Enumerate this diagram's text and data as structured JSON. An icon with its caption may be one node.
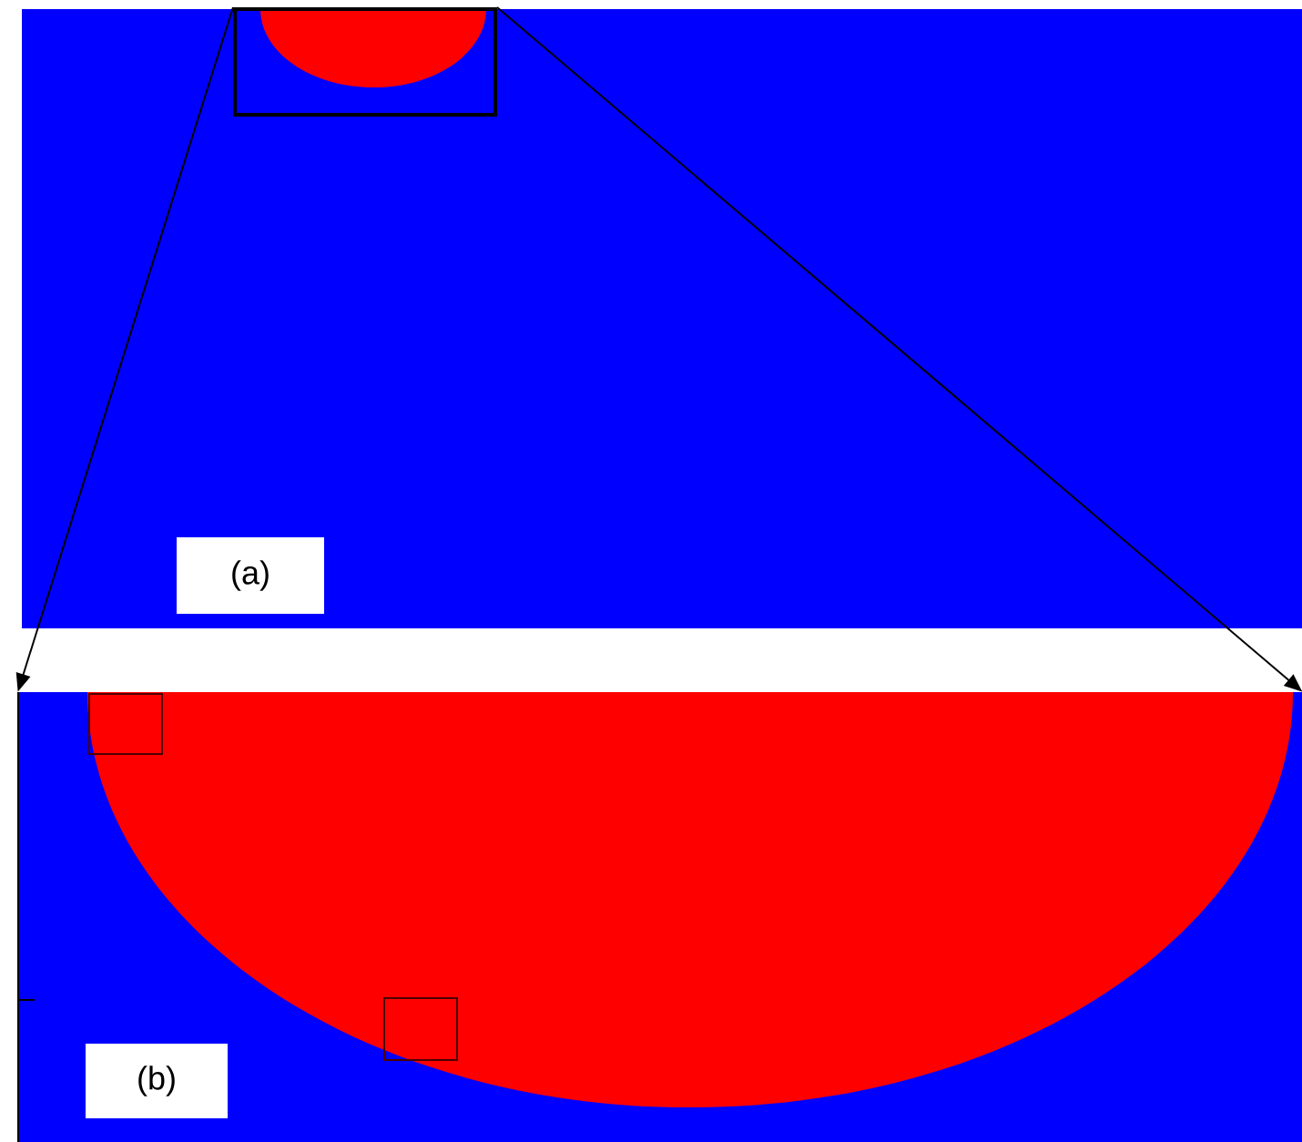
{
  "diagram": {
    "nodes": [
      {
        "text": [],
        "shape": "box"
      },
      {
        "text": [],
        "shape": "picture"
      }
    ],
    "edges": [
      {
        "from": 0,
        "to": 1,
        "arrow": "to"
      },
      {
        "from": 0,
        "to": 1,
        "arrow": "to"
      }
    ],
    "labels": [
      "(a)",
      "(b)"
    ]
  }
}
